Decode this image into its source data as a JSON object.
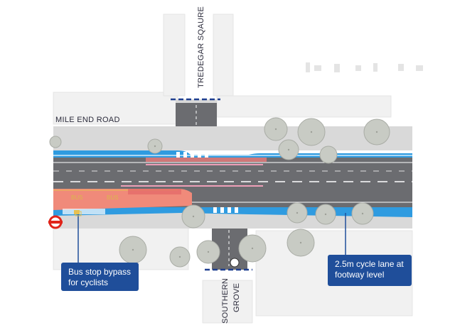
{
  "streets": {
    "main_road": "MILE END ROAD",
    "north_street": "TREDEGAR SQAURE",
    "south_street_line1": "SOUTHERN",
    "south_street_line2": "GROVE"
  },
  "callouts": {
    "bus_stop_bypass_line1": "Bus stop bypass",
    "bus_stop_bypass_line2": "for cyclists",
    "cycle_lane_line1": "2.5m cycle lane at",
    "cycle_lane_line2": "footway level"
  },
  "road_markings": {
    "bus_lane_text_1": "BUS",
    "bus_lane_text_2": "BUS"
  },
  "colors": {
    "carriageway": "#6b6c70",
    "footway": "#d9d9d9",
    "cycle_track": "#2f9be0",
    "red_surface": "#f08a7a",
    "callout_bg": "#1f4e9a",
    "tree": "#c8cbc4"
  }
}
